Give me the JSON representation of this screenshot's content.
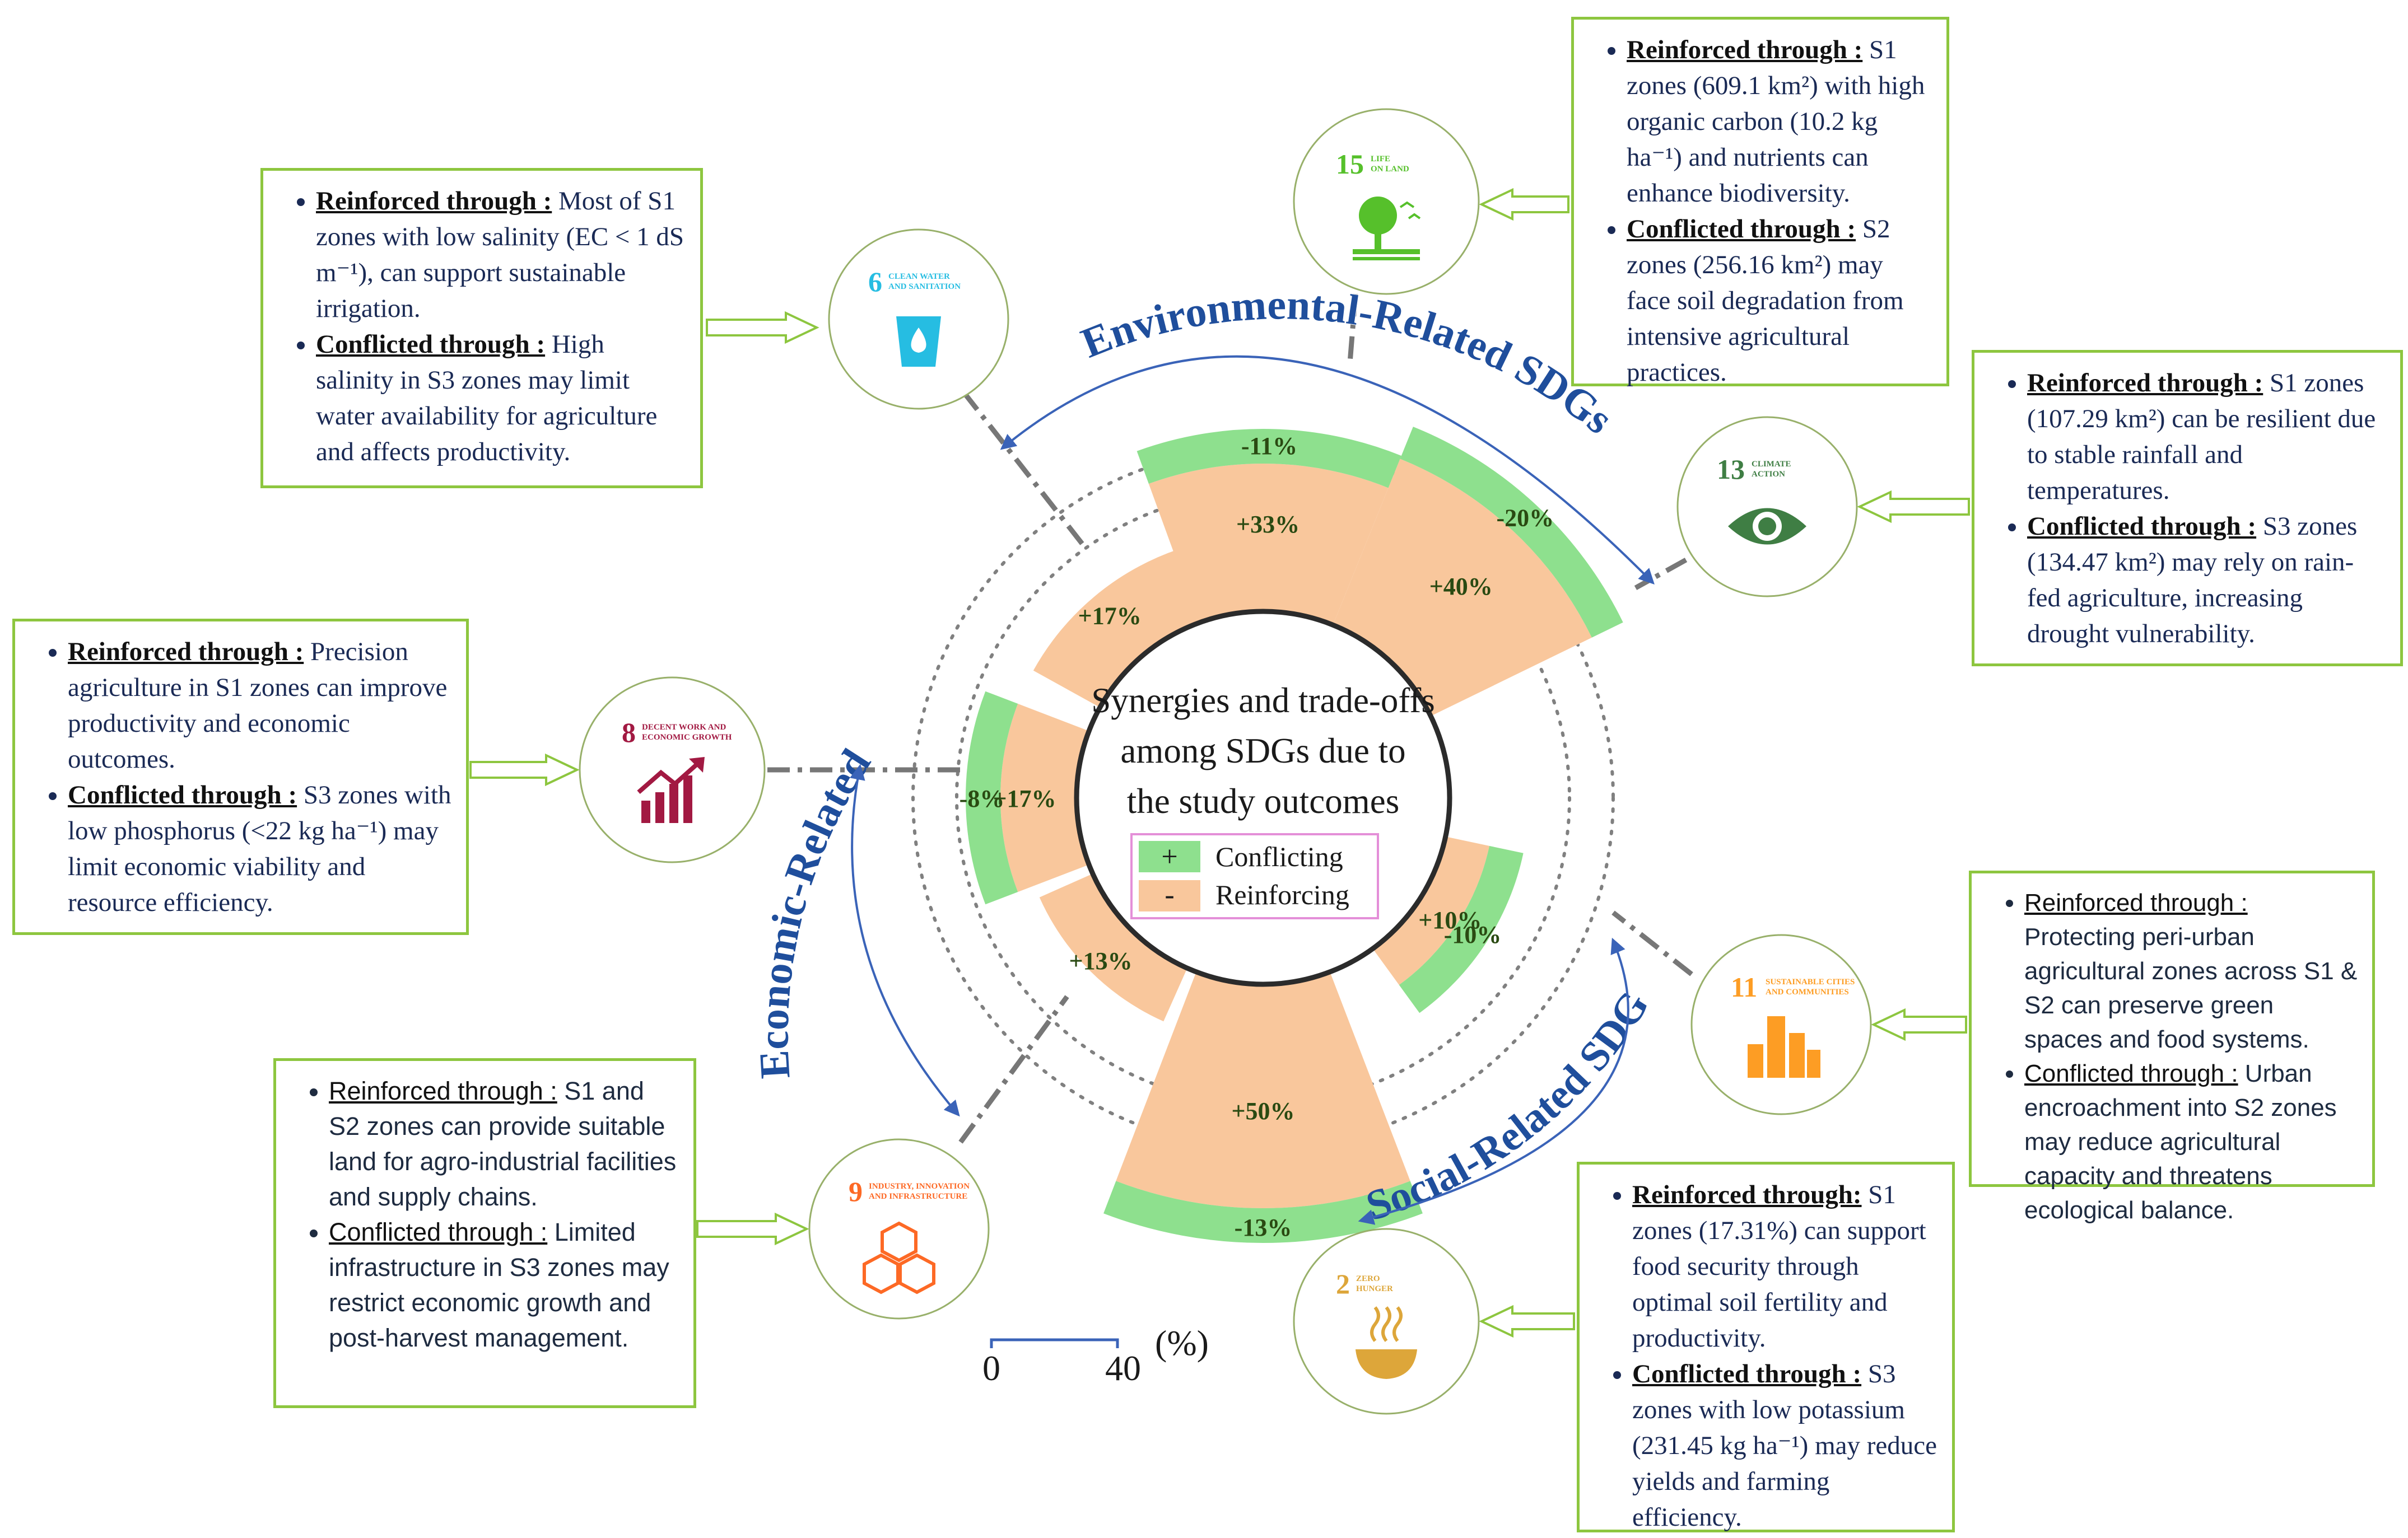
{
  "center": {
    "line1": "Synergies and trade-offs",
    "line2": "among SDGs due to",
    "line3": "the study outcomes"
  },
  "legend": {
    "conflicting_symbol": "+",
    "conflicting_label": "Conflicting",
    "reinforcing_symbol": "-",
    "reinforcing_label": "Reinforcing"
  },
  "colors": {
    "conflicting": "#8ee08e",
    "reinforcing": "#f9c79c",
    "box_border": "#8dc63f",
    "arrow_blue": "#3a63b8",
    "arc_text": "#1f4e9c"
  },
  "arc_labels": {
    "environmental": "Environmental-Related SDGs",
    "economic": "Economic-Related SDGs",
    "social": "Social-Related SDGs"
  },
  "scale": {
    "min": "0",
    "max": "40",
    "unit": "(%)"
  },
  "sdgs": [
    {
      "id": "sdg6",
      "number": "6",
      "title_line1": "CLEAN WATER",
      "title_line2": "AND SANITATION",
      "color": "#26bde2",
      "icon": "water-drop-glass-icon",
      "reinforcing": 17,
      "conflicting": null,
      "reinforcing_label": "+17%",
      "conflicting_label": ""
    },
    {
      "id": "sdg15",
      "number": "15",
      "title_line1": "LIFE",
      "title_line2": "ON LAND",
      "color": "#56c02b",
      "icon": "tree-birds-icon",
      "reinforcing": 33,
      "conflicting": -11,
      "reinforcing_label": "+33%",
      "conflicting_label": "-11%"
    },
    {
      "id": "sdg13",
      "number": "13",
      "title_line1": "CLIMATE",
      "title_line2": "ACTION",
      "color": "#3f7e44",
      "icon": "earth-eye-icon",
      "reinforcing": 40,
      "conflicting": -20,
      "reinforcing_label": "+40%",
      "conflicting_label": "-20%"
    },
    {
      "id": "sdg11",
      "number": "11",
      "title_line1": "SUSTAINABLE CITIES",
      "title_line2": "AND COMMUNITIES",
      "color": "#fd9d24",
      "icon": "buildings-icon",
      "reinforcing": 10,
      "conflicting": -10,
      "reinforcing_label": "+10%",
      "conflicting_label": "-10%"
    },
    {
      "id": "sdg2",
      "number": "2",
      "title_line1": "ZERO",
      "title_line2": "HUNGER",
      "color": "#dda63a",
      "icon": "steaming-bowl-icon",
      "reinforcing": 50,
      "conflicting": -13,
      "reinforcing_label": "+50%",
      "conflicting_label": "-13%"
    },
    {
      "id": "sdg9",
      "number": "9",
      "title_line1": "INDUSTRY, INNOVATION",
      "title_line2": "AND INFRASTRUCTURE",
      "color": "#fd6925",
      "icon": "cubes-icon",
      "reinforcing": 13,
      "conflicting": null,
      "reinforcing_label": "+13%",
      "conflicting_label": ""
    },
    {
      "id": "sdg8",
      "number": "8",
      "title_line1": "DECENT WORK AND",
      "title_line2": "ECONOMIC GROWTH",
      "color": "#a21942",
      "icon": "growth-chart-icon",
      "reinforcing": 17,
      "conflicting": -8,
      "reinforcing_label": "+17%",
      "conflicting_label": "-8%"
    }
  ],
  "boxes": {
    "sdg6": {
      "r_label": "Reinforced through :",
      "r_text": " Most of S1 zones with low salinity (EC < 1 dS m⁻¹), can support sustainable irrigation.",
      "c_label": "Conflicted through :",
      "c_text": " High salinity in S3 zones may limit water availability for agriculture and affects productivity."
    },
    "sdg15": {
      "r_label": "Reinforced through :",
      "r_text": " S1 zones (609.1 km²) with high organic carbon (10.2 kg ha⁻¹) and nutrients can enhance biodiversity.",
      "c_label": "Conflicted through :",
      "c_text": " S2 zones (256.16 km²) may face soil degradation from intensive agricultural practices."
    },
    "sdg13": {
      "r_label": "Reinforced through :",
      "r_text": " S1 zones (107.29 km²) can be resilient due to stable rainfall and temperatures.",
      "c_label": "Conflicted through :",
      "c_text": " S3 zones (134.47 km²) may rely on rain-fed agriculture, increasing drought vulnerability."
    },
    "sdg8": {
      "r_label": "Reinforced through :",
      "r_text": " Precision agriculture in S1 zones can improve productivity and economic outcomes.",
      "c_label": "Conflicted through :",
      "c_text": " S3 zones with low phosphorus (<22 kg ha⁻¹) may limit economic viability and resource efficiency."
    },
    "sdg11": {
      "r_label": "Reinforced through :",
      "r_text": " Protecting peri-urban agricultural zones across S1 & S2 can preserve green spaces and food systems.",
      "c_label": "Conflicted through :",
      "c_text": " Urban encroachment into S2 zones may reduce agricultural capacity and threatens ecological balance."
    },
    "sdg9": {
      "r_label": "Reinforced through :",
      "r_text": " S1 and S2 zones can provide suitable land for agro-industrial facilities and supply chains.",
      "c_label": "Conflicted through :",
      "c_text": " Limited infrastructure in S3 zones may restrict economic growth and post-harvest management."
    },
    "sdg2": {
      "r_label": "Reinforced through:",
      "r_text": " S1 zones (17.31%) can support food security through optimal soil fertility and productivity.",
      "c_label": "Conflicted through :",
      "c_text": " S3 zones with low potassium (231.45 kg ha⁻¹) may reduce yields and farming efficiency."
    }
  }
}
